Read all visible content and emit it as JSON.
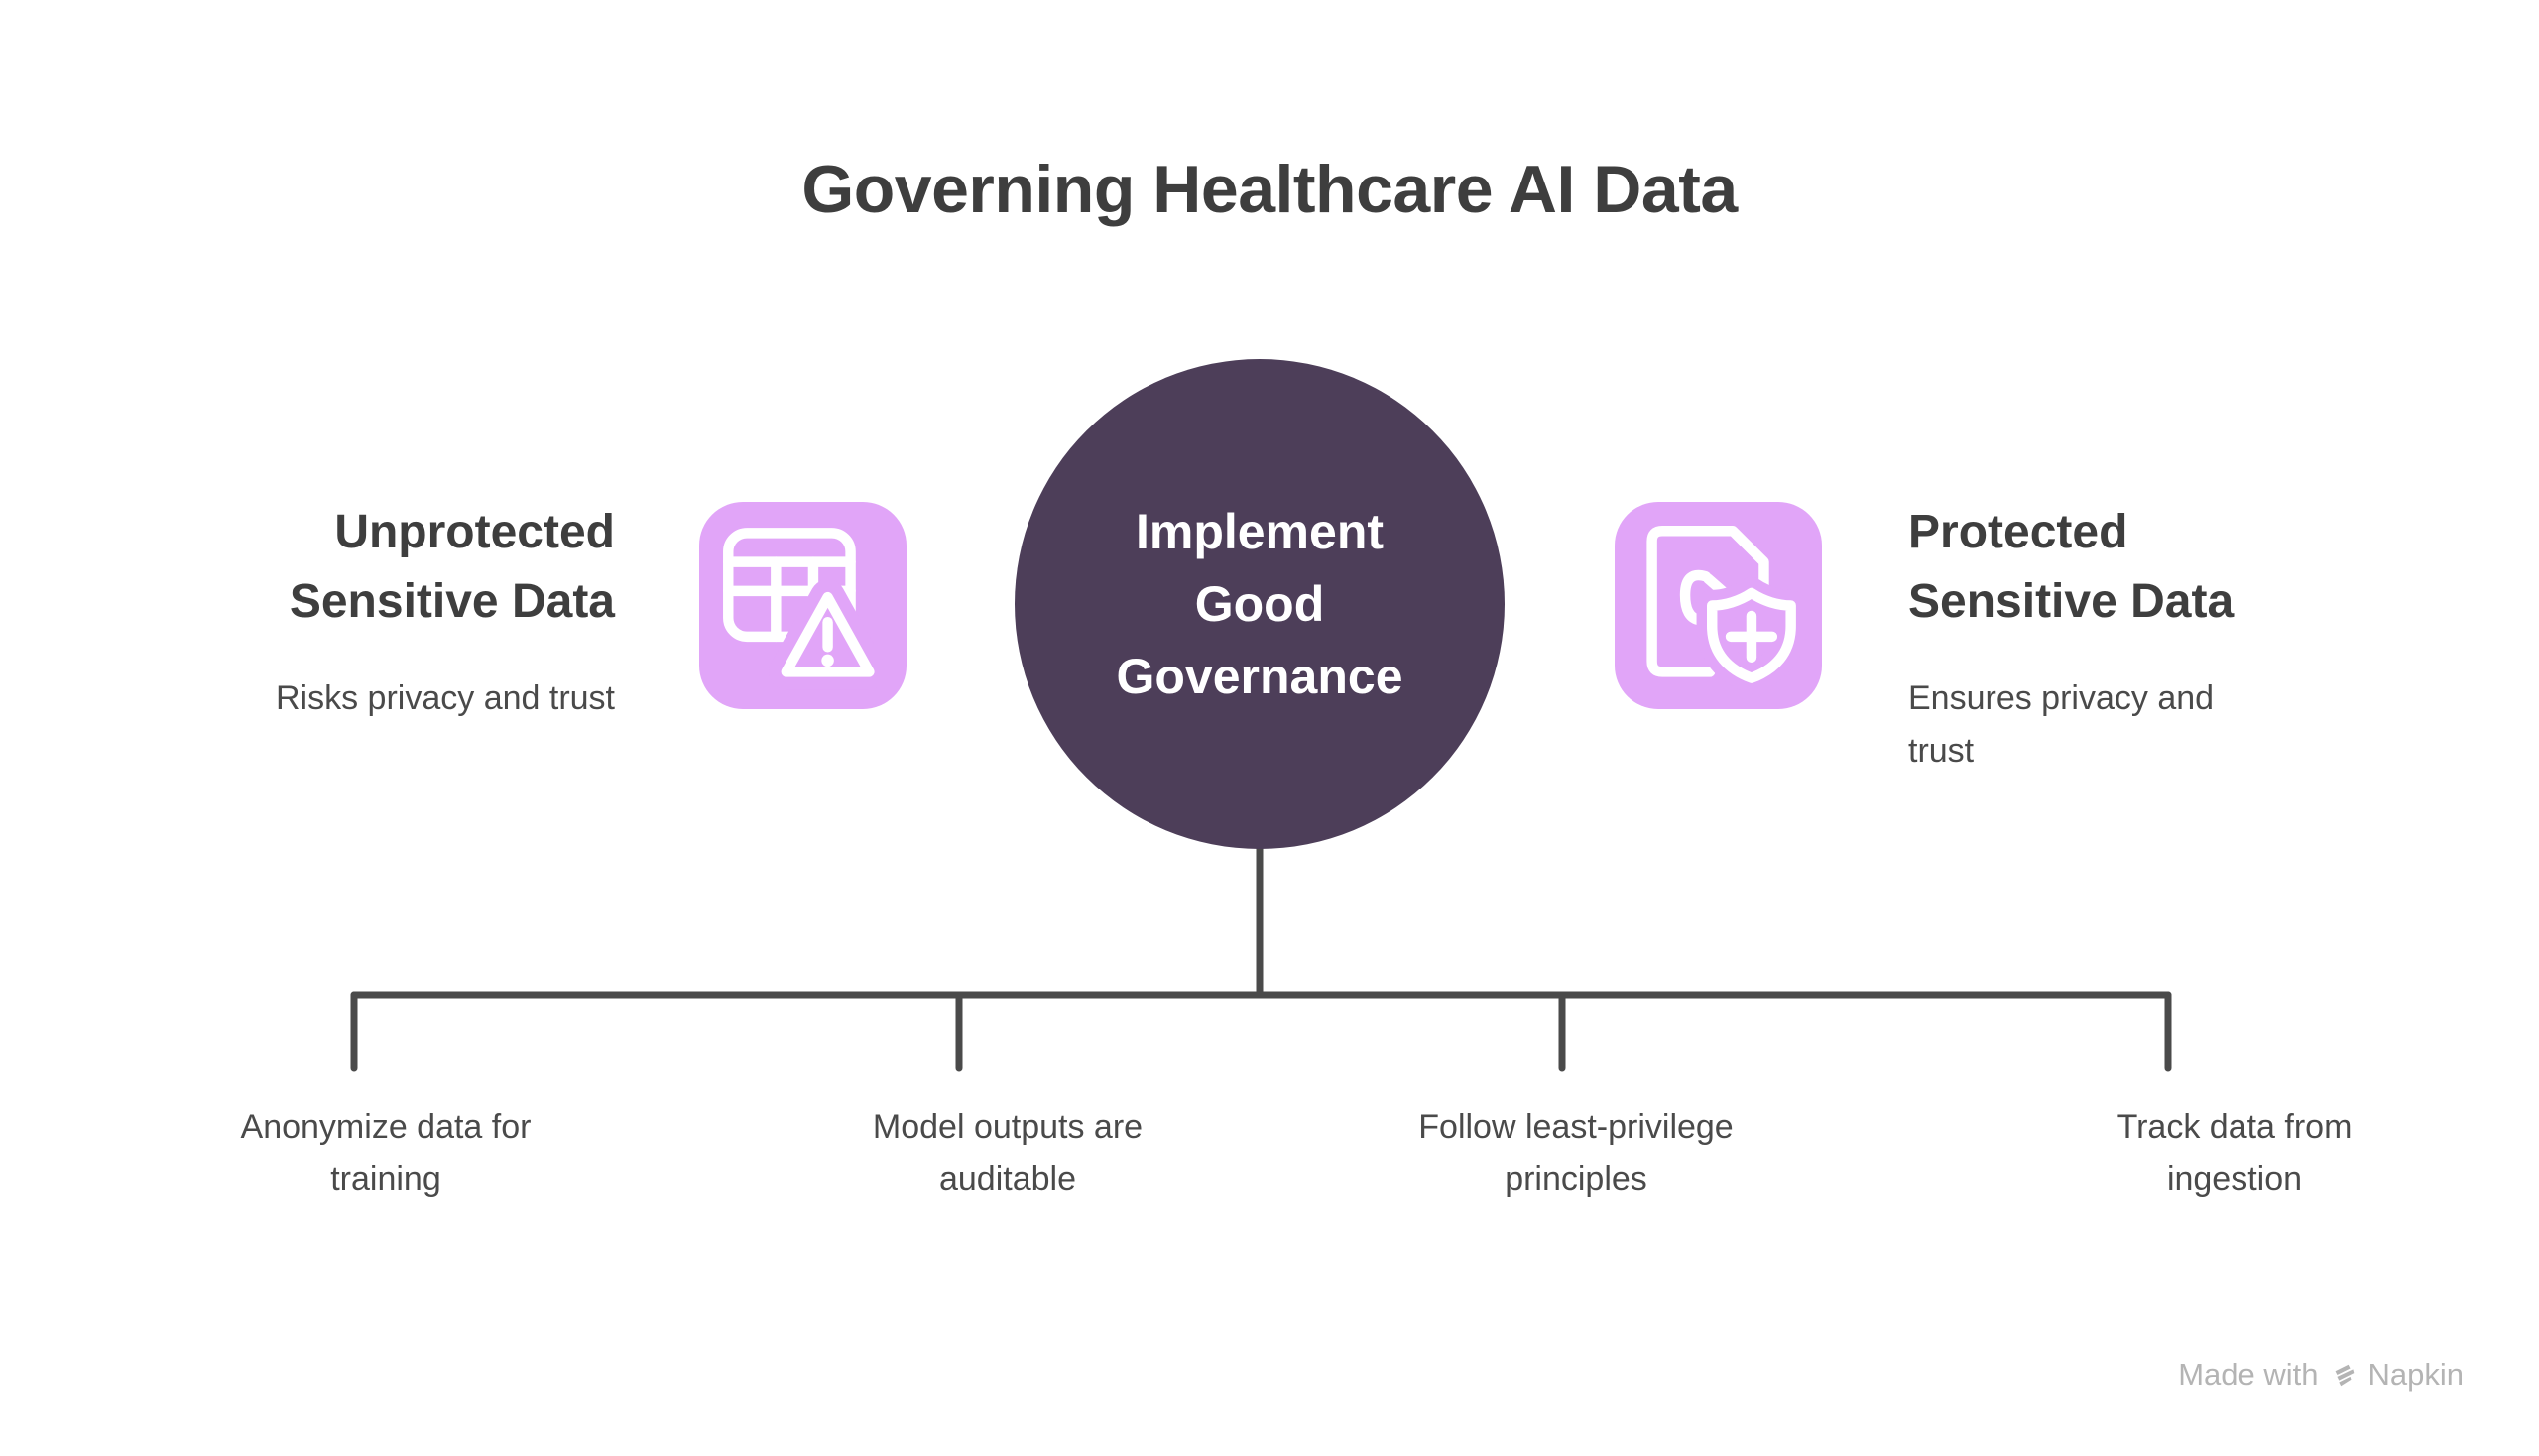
{
  "title": "Governing Healthcare AI Data",
  "center": {
    "label": "Implement Good Governance"
  },
  "left_item": {
    "heading": "Unprotected Sensitive Data",
    "description": "Risks privacy and trust",
    "icon": "table-warning-icon"
  },
  "right_item": {
    "heading": "Protected Sensitive Data",
    "description": "Ensures privacy and trust",
    "icon": "document-shield-plus-icon"
  },
  "branches": [
    {
      "label": "Anonymize data for training"
    },
    {
      "label": "Model outputs are auditable"
    },
    {
      "label": "Follow least-privilege principles"
    },
    {
      "label": "Track data from ingestion"
    }
  ],
  "watermark": {
    "prefix": "Made with",
    "brand": "Napkin",
    "icon": "napkin-logo-icon"
  },
  "colors": {
    "background": "#FFFFFF",
    "circle": "#4D3E59",
    "circle_text": "#FFFFFF",
    "icon_tile_bg": "#E1A5F8",
    "icon_glyph": "#FFFFFF",
    "heading_text": "#3E3E3E",
    "body_text": "#4A4A4A",
    "connector_line": "#4A4A4A",
    "watermark_text": "#B4B4B4"
  }
}
